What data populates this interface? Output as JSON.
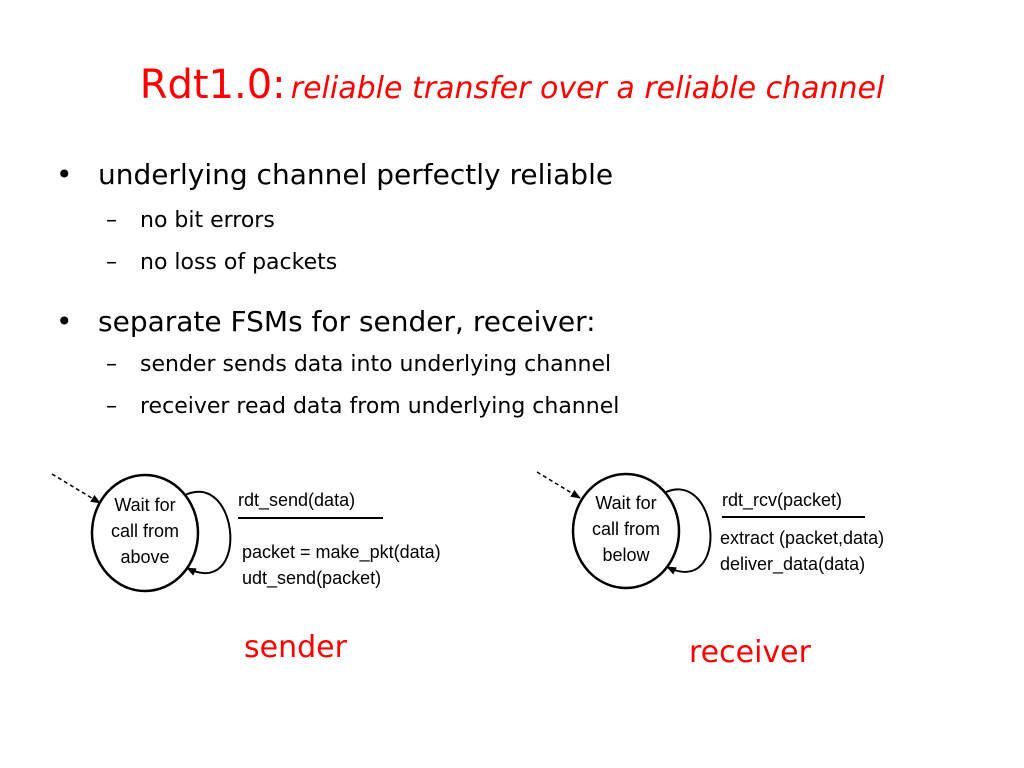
{
  "title": {
    "main": "Rdt1.0:",
    "sub": "reliable transfer over a reliable channel"
  },
  "bullets": [
    {
      "text": "underlying channel perfectly reliable",
      "subs": [
        "no bit errors",
        "no loss of packets"
      ]
    },
    {
      "text": "separate FSMs for sender, receiver:",
      "subs": [
        "sender sends data into underlying channel",
        "receiver read data from underlying channel"
      ]
    }
  ],
  "bullet_glyph": "•",
  "dash_glyph": "–",
  "sender": {
    "state_lines": [
      "Wait for",
      "call from",
      "above"
    ],
    "event": "rdt_send(data)",
    "actions": [
      "packet = make_pkt(data)",
      "udt_send(packet)"
    ],
    "label": "sender"
  },
  "receiver": {
    "state_lines": [
      "Wait for",
      "call from",
      "below"
    ],
    "event": "rdt_rcv(packet)",
    "actions": [
      "extract (packet,data)",
      "deliver_data(data)"
    ],
    "label": "receiver"
  },
  "colors": {
    "accent": "#ff0000",
    "text": "#000000"
  }
}
